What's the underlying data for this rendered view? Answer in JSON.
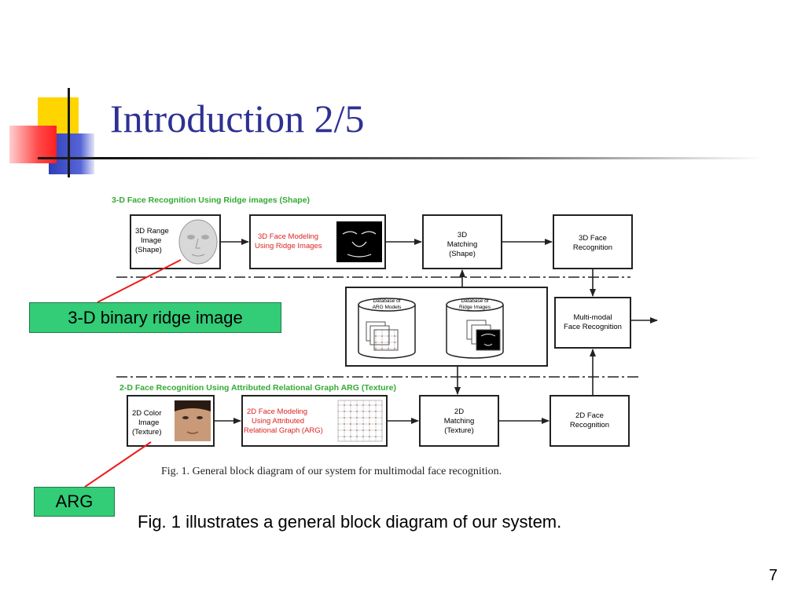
{
  "slide": {
    "title": "Introduction 2/5",
    "caption": "Fig. 1 illustrates a general block diagram of our system.",
    "page_number": "7"
  },
  "callouts": {
    "ridge": "3-D binary ridge image",
    "arg": "ARG"
  },
  "diagram": {
    "top_heading": "3-D Face Recognition Using Ridge images (Shape)",
    "bottom_heading": "2-D Face Recognition Using Attributed Relational Graph ARG (Texture)",
    "range_image": [
      "3D Range",
      "Image",
      "(Shape)"
    ],
    "face_modeling_3d": [
      "3D Face Modeling",
      "Using Ridge Images"
    ],
    "matching_3d": [
      "3D",
      "Matching",
      "(Shape)"
    ],
    "recognition_3d": [
      "3D Face",
      "Recognition"
    ],
    "db_arg": [
      "Database of",
      "ARG Models"
    ],
    "db_ridge": [
      "Database of",
      "Ridge Images"
    ],
    "multimodal": [
      "Multi-modal",
      "Face Recognition"
    ],
    "color_image": [
      "2D Color",
      "Image",
      "(Texture)"
    ],
    "face_modeling_2d": [
      "2D Face Modeling",
      "Using Attributed",
      "Relational Graph (ARG)"
    ],
    "matching_2d": [
      "2D",
      "Matching",
      "(Texture)"
    ],
    "recognition_2d": [
      "2D Face",
      "Recognition"
    ],
    "fig_caption": "Fig. 1.   General block diagram of our system for multimodal face recognition.",
    "colors": {
      "heading": "#33aa33",
      "modeling_text": "#dd2222",
      "callout_fill": "#33cc77",
      "callout_line": "#ee1c1c",
      "title": "#2e3192"
    }
  }
}
